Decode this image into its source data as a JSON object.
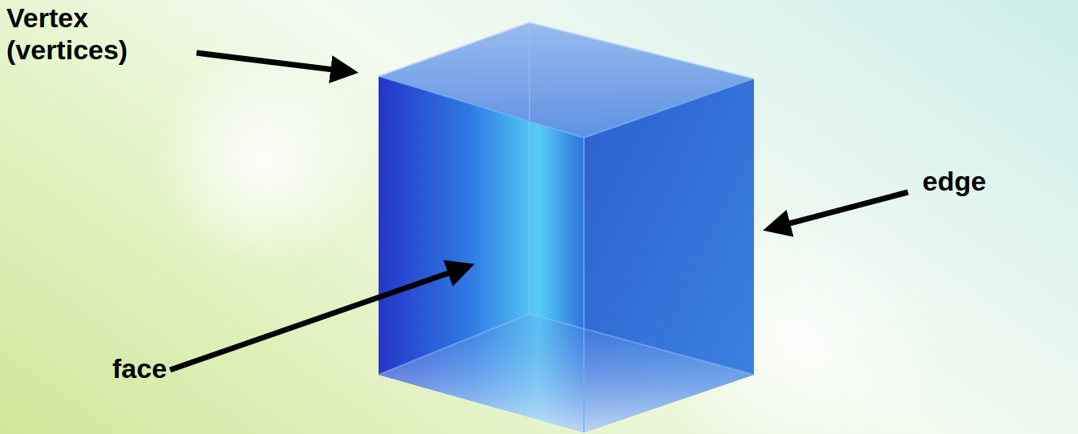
{
  "diagram": {
    "labels": [
      "Vertex (vertices)",
      "edge",
      "face"
    ]
  }
}
